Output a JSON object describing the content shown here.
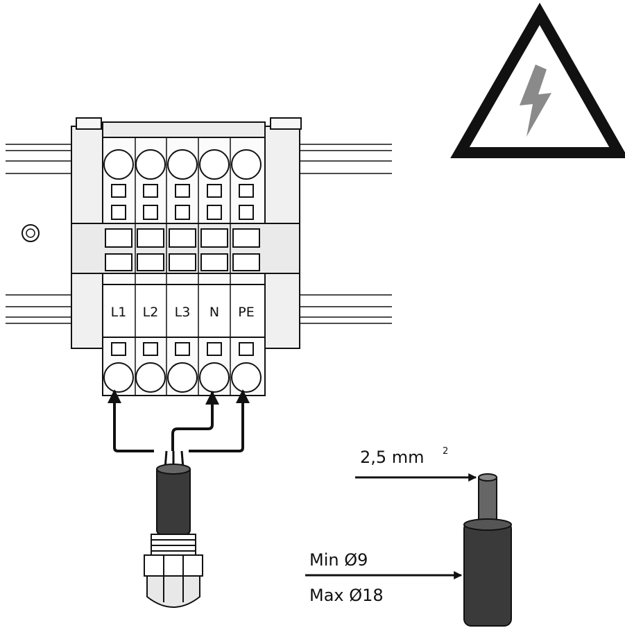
{
  "terminals": [
    "L1",
    "L2",
    "L3",
    "N",
    "PE"
  ],
  "conductor_section": {
    "value": "2,5 mm",
    "superscript": "2"
  },
  "cable_diameter": {
    "min": "Min Ø9",
    "max": "Max Ø18"
  },
  "warning_symbol": "electric-hazard-triangle-icon",
  "colors": {
    "ink": "#111111",
    "cable": "#3a3a3a",
    "bolt": "#8a8a8a",
    "terminal_fill": "#f5f5f5"
  }
}
